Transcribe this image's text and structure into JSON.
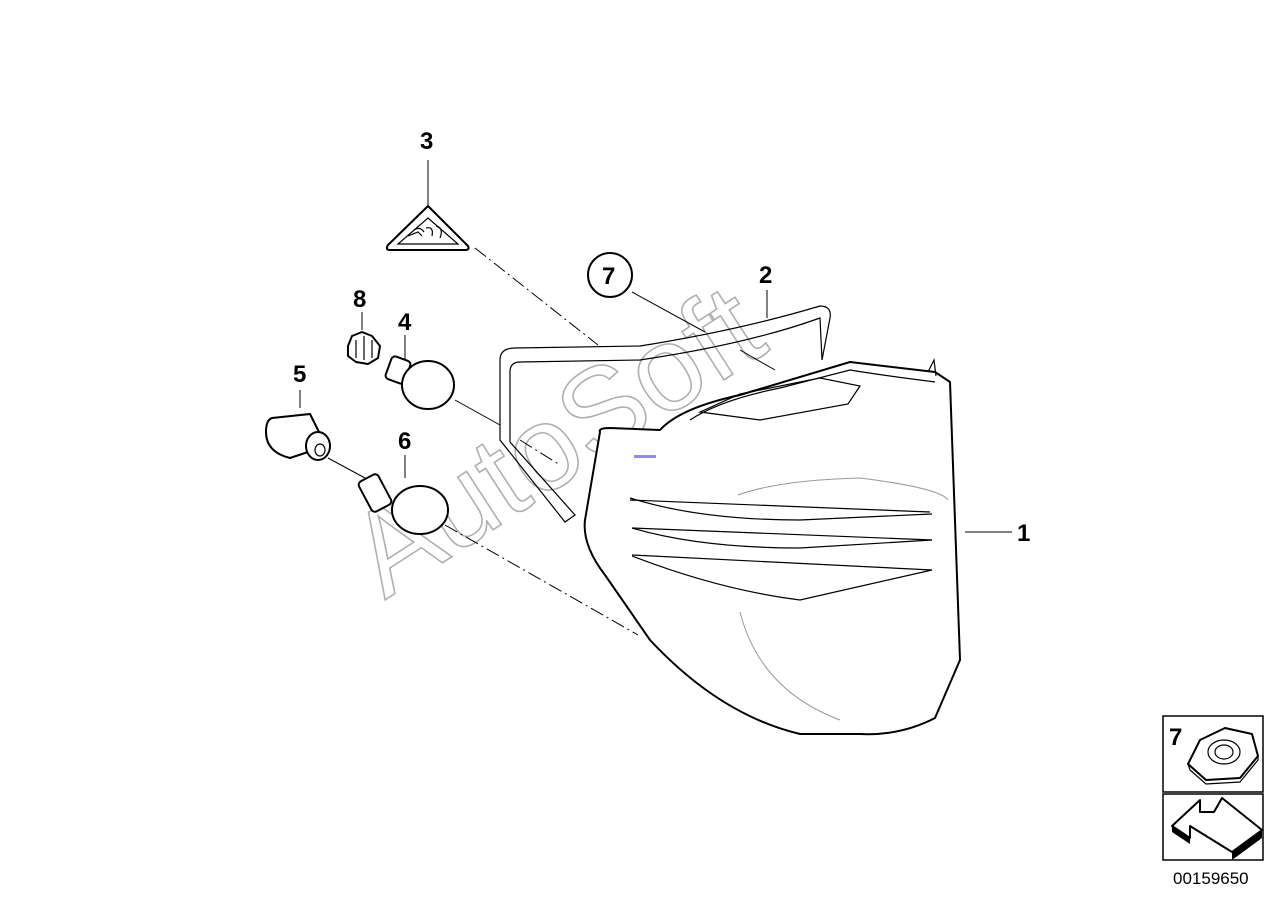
{
  "diagram": {
    "part_labels": [
      "1",
      "2",
      "3",
      "4",
      "5",
      "6",
      "7",
      "8"
    ],
    "legend": {
      "item_number": "7",
      "item_icon": "hex-nut-icon",
      "arrow_icon": "direction-arrow-icon"
    },
    "catalog_number": "00159650",
    "watermark": "AutoSoft"
  }
}
